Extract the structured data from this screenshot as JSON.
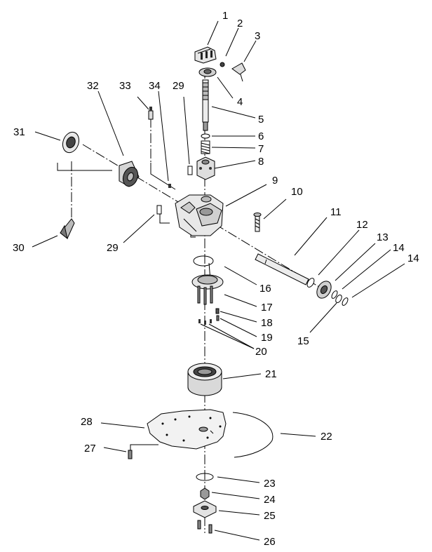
{
  "labels": {
    "n1": "1",
    "n2": "2",
    "n3": "3",
    "n4": "4",
    "n5": "5",
    "n6": "6",
    "n7": "7",
    "n8": "8",
    "n9": "9",
    "n10": "10",
    "n11": "11",
    "n12": "12",
    "n13": "13",
    "n14a": "14",
    "n14b": "14",
    "n15": "15",
    "n16": "16",
    "n17": "17",
    "n18": "18",
    "n19": "19",
    "n20": "20",
    "n21": "21",
    "n22": "22",
    "n23": "23",
    "n24": "24",
    "n25": "25",
    "n26": "26",
    "n27": "27",
    "n28": "28",
    "n29a": "29",
    "n29b": "29",
    "n30": "30",
    "n31": "31",
    "n32": "32",
    "n33": "33",
    "n34": "34"
  }
}
